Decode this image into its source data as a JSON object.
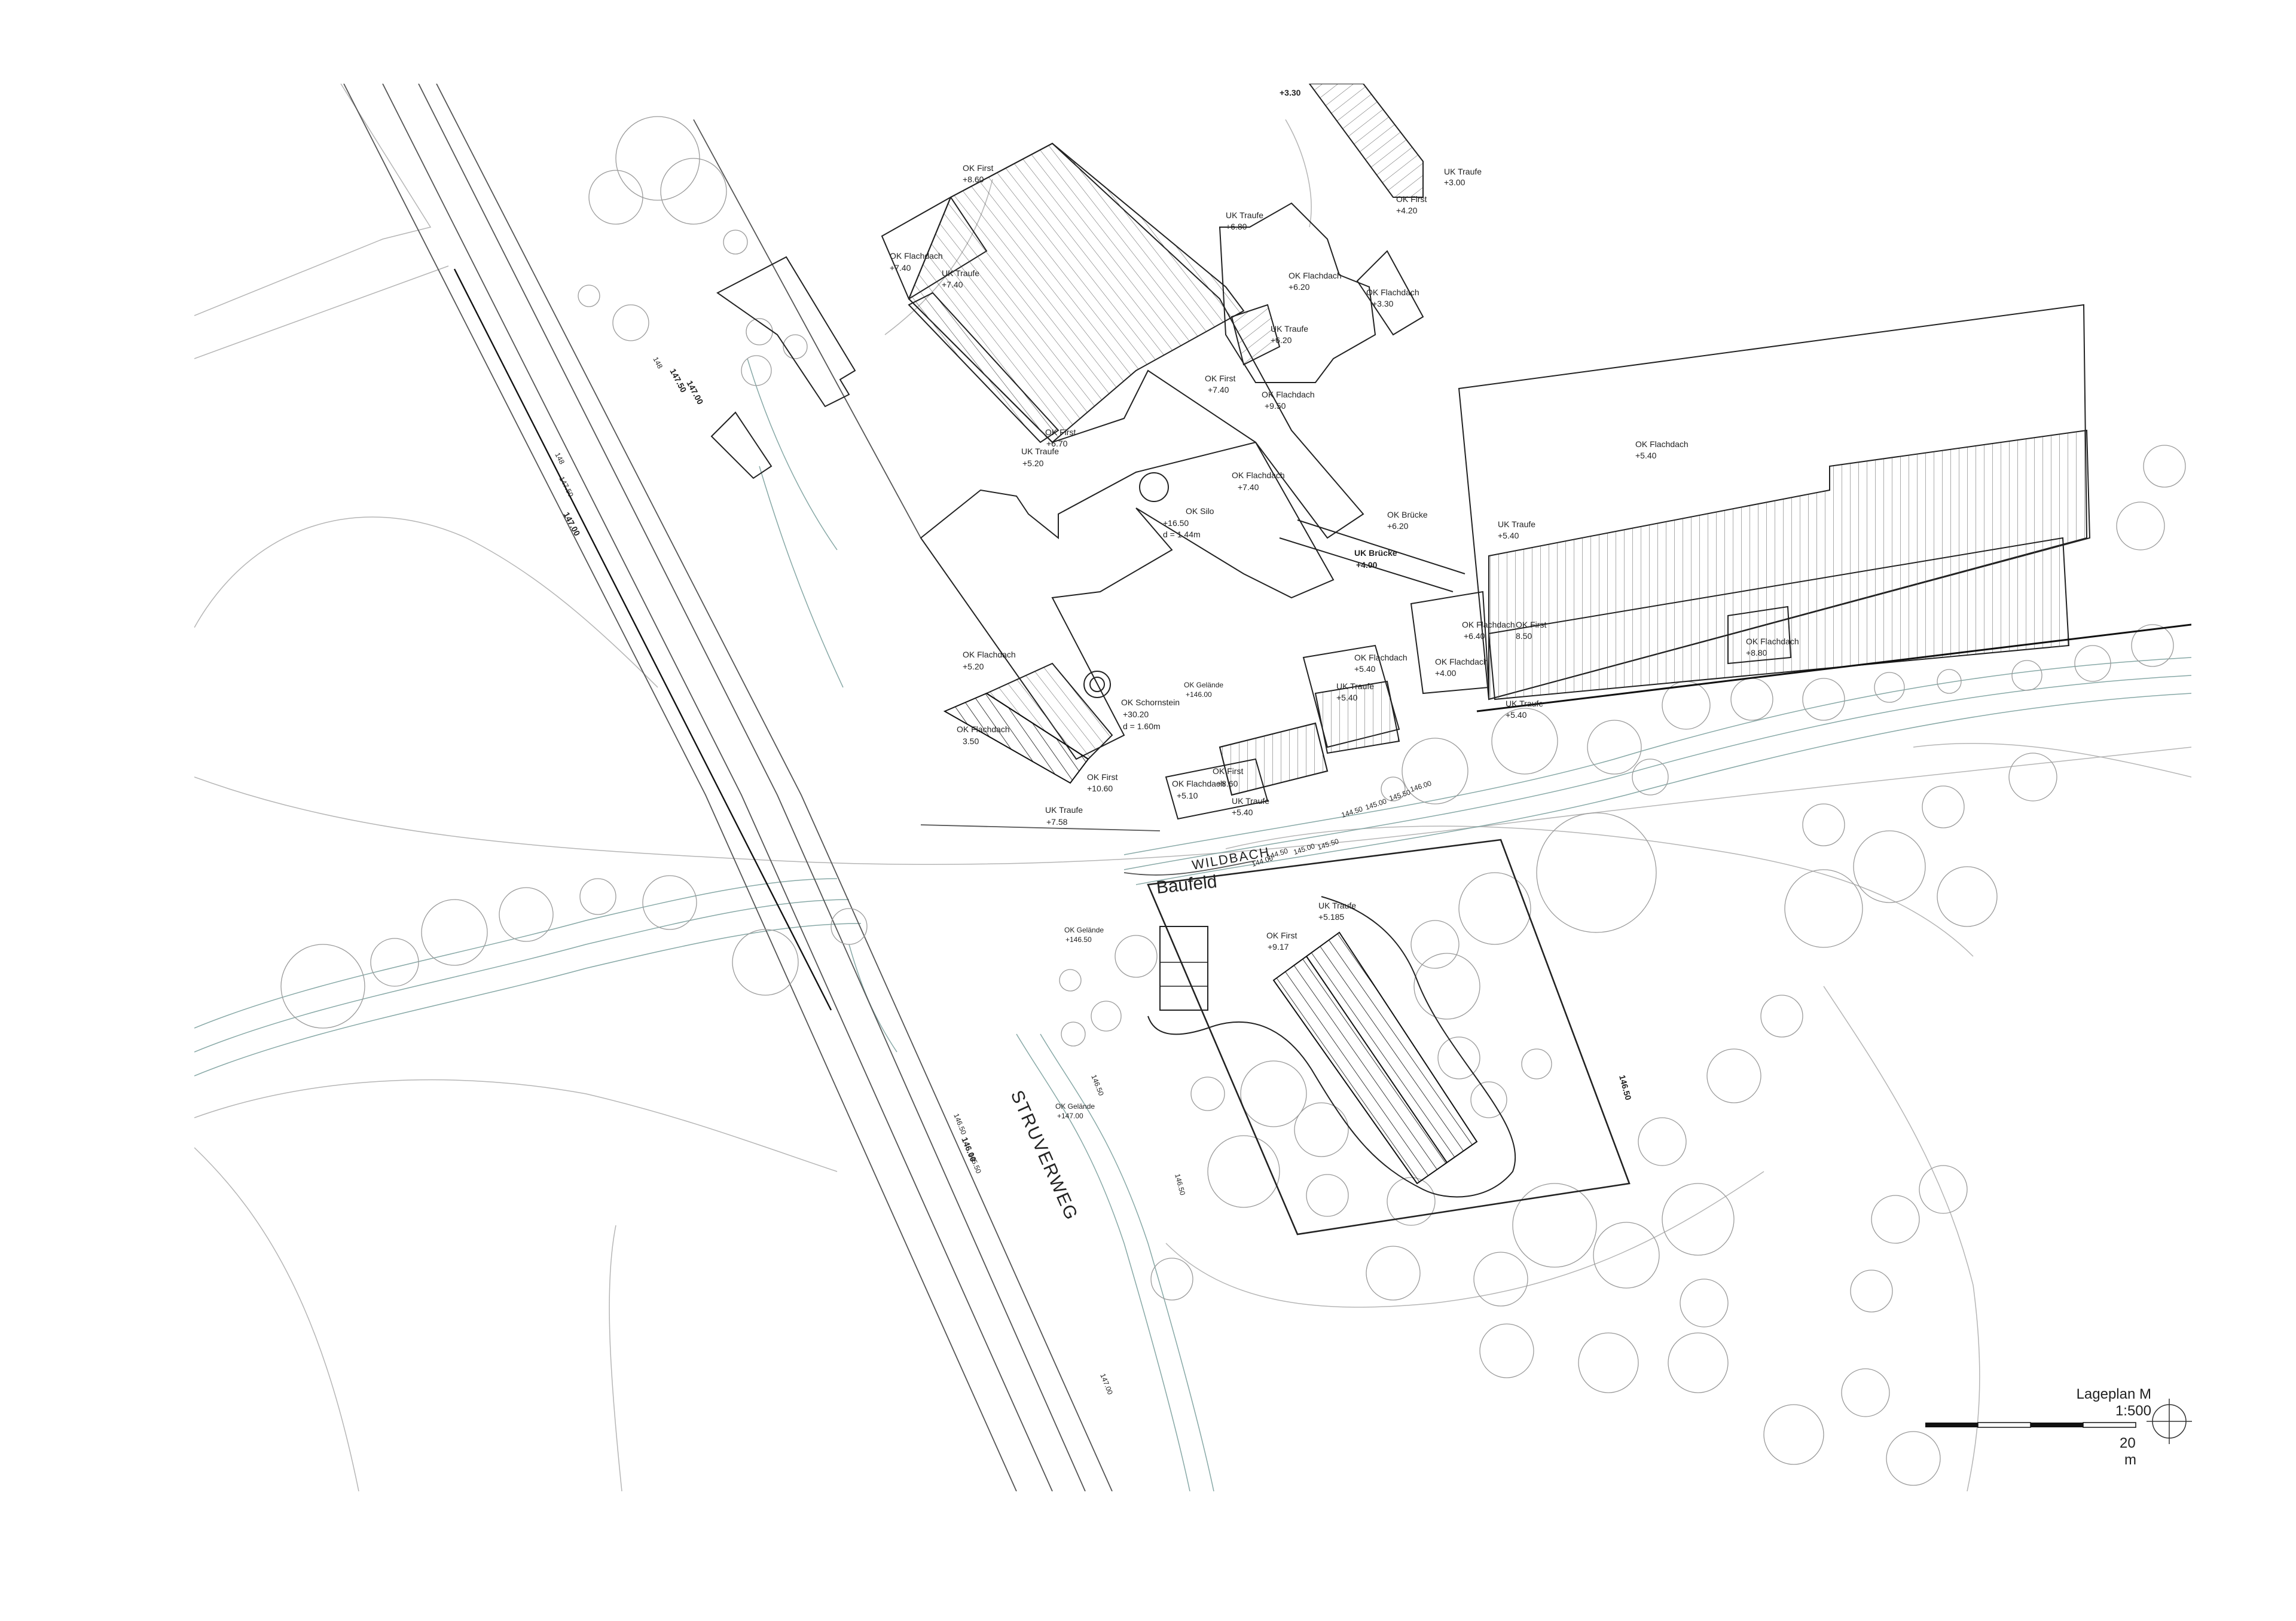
{
  "street": "STRUVERWEG",
  "creek": "WILDBACH",
  "building_site": "Baufeld",
  "legend": {
    "title": "Lageplan M",
    "scale": "1:500",
    "distance": "20",
    "unit": "m"
  },
  "labels": [
    "+3.30",
    "UK Traufe",
    "+3.00",
    "OK First",
    "+4.20",
    "OK First",
    "+8.60",
    "UK Traufe",
    "+6.80",
    "OK Flachdach",
    "+7.40",
    "UK Traufe",
    "+7.40",
    "OK Flachdach",
    "+6.20",
    "OK Flachdach",
    "+3.30",
    "UK Traufe",
    "+6.20",
    "OK First",
    "+7.40",
    "OK Flachdach",
    "+9.50",
    "OK First",
    "+6.70",
    "UK Traufe",
    "+5.20",
    "OK Flachdach",
    "+7.40",
    "OK Silo",
    "+16.50",
    "d = 1.44m",
    "OK Brücke",
    "+6.20",
    "UK Brücke",
    "+4.00",
    "OK Flachdach",
    "+5.40",
    "UK Traufe",
    "+5.40",
    "OK Flachdach",
    "+6.40",
    "OK First",
    "8.50",
    "OK Flachdach",
    "+8.80",
    "OK Flachdach",
    "+4.00",
    "UK Traufe",
    "+5.40",
    "OK Flachdach",
    "+5.20",
    "OK Schornstein",
    "+30.20",
    "d = 1.60m",
    "OK Gelände",
    "+146.00",
    "OK Flachdach",
    "+5.40",
    "UK Traufe",
    "+5.40",
    "OK Flachdach",
    "3.50",
    "OK First",
    "+10.60",
    "UK Traufe",
    "+7.58",
    "OK First",
    "OK Flachdach",
    "+8.60",
    "+5.10",
    "UK Traufe",
    "+5.40",
    "UK Traufe",
    "+5.185",
    "OK First",
    "+9.17",
    "OK Gelände",
    "+146.50",
    "OK Gelände",
    "+147.00"
  ],
  "contours": [
    "148",
    "147.50",
    "147.00",
    "148",
    "147.50",
    "147.00",
    "144.50",
    "145.00",
    "145.50",
    "146.00",
    "144.00",
    "144.50",
    "145.00",
    "145.50",
    "146.50",
    "146.50",
    "146.50",
    "146.50",
    "146.00",
    "145.50",
    "147.00"
  ]
}
